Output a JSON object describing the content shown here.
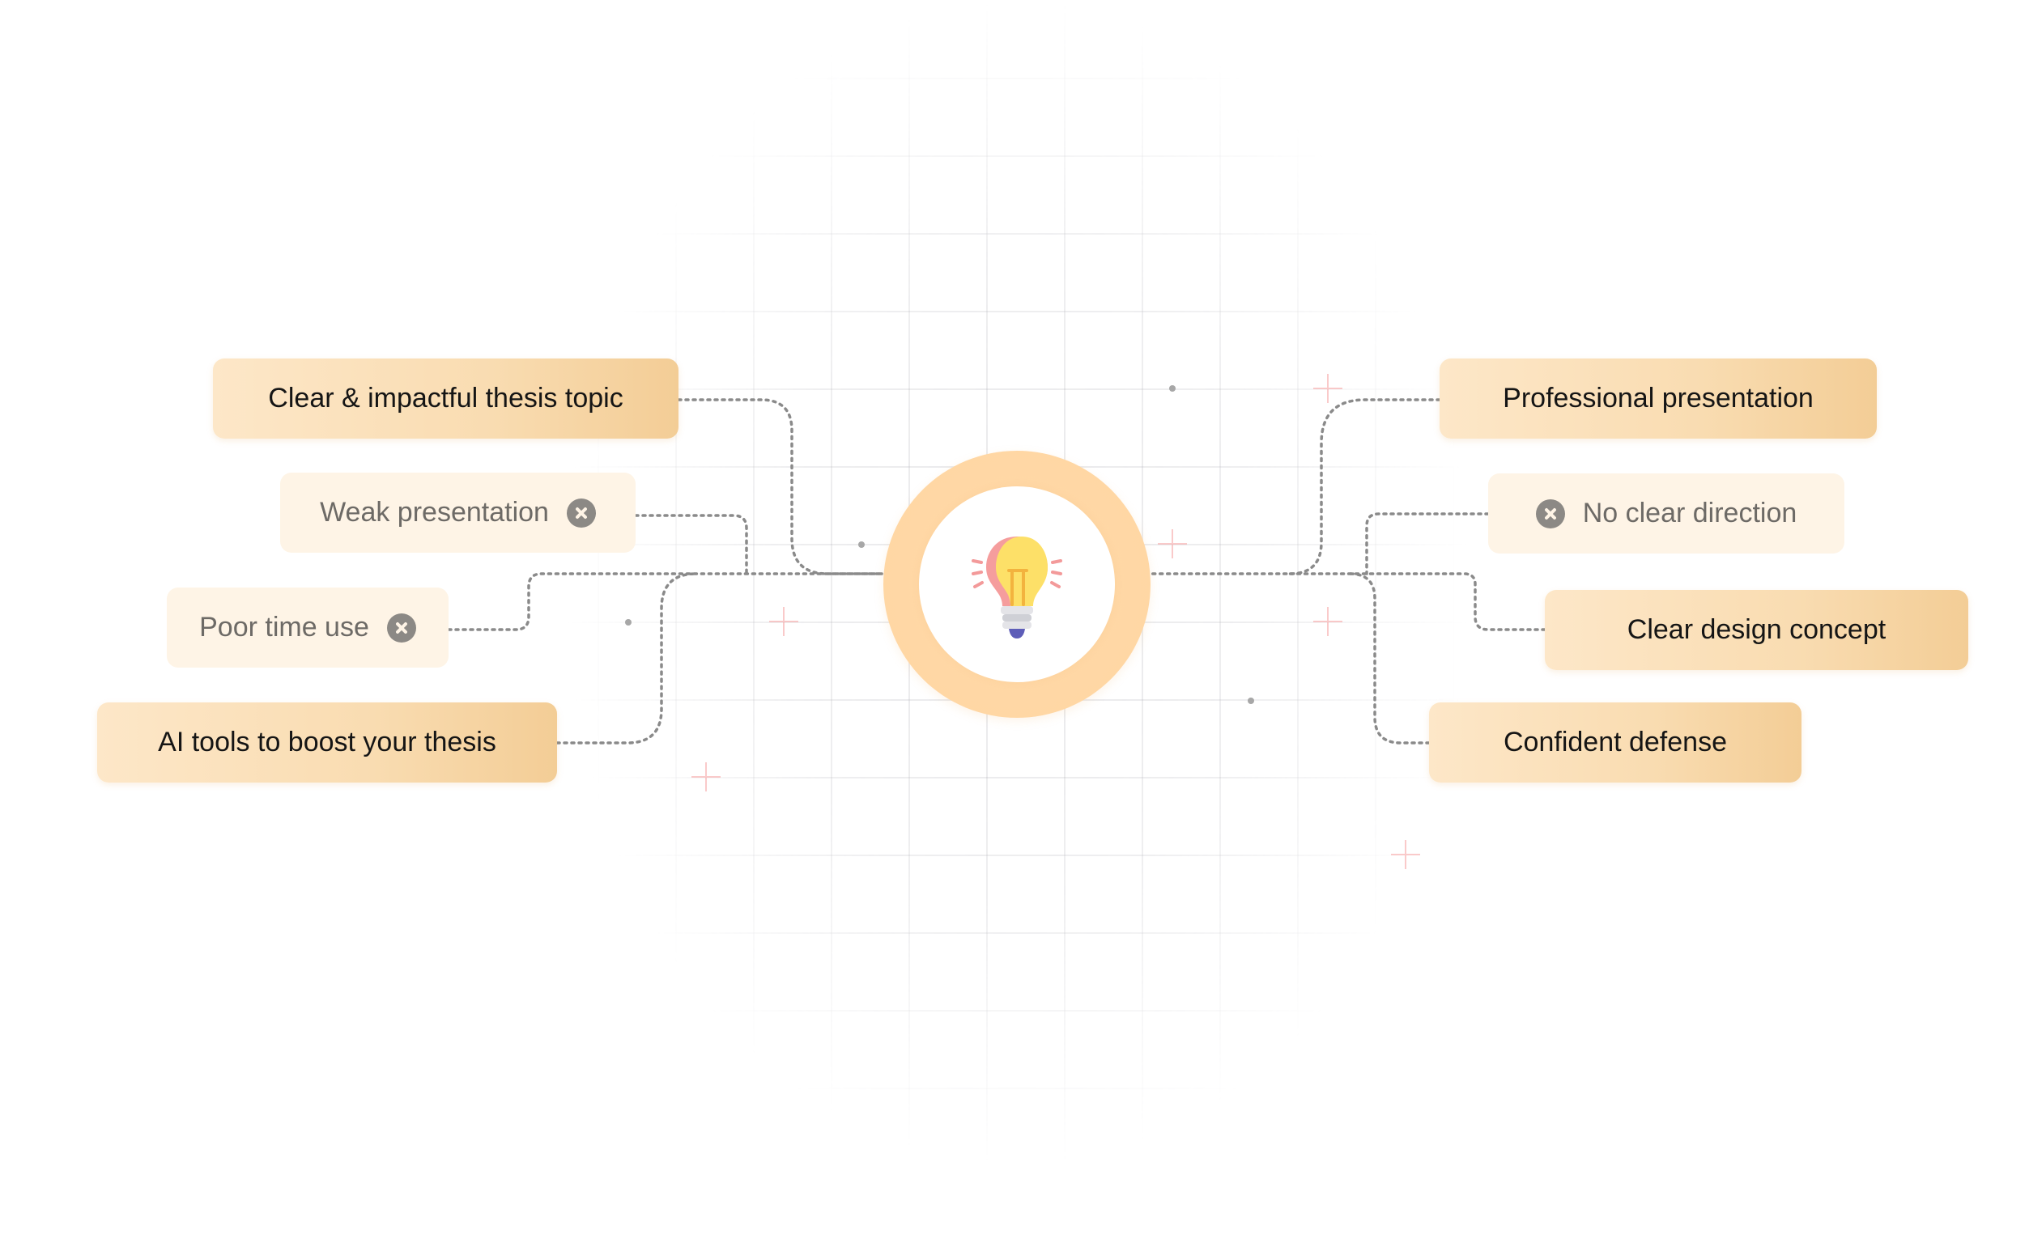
{
  "center": {
    "icon": "lightbulb-icon"
  },
  "nodes": [
    {
      "id": "thesis-topic",
      "label": "Clear & impactful thesis topic",
      "kind": "positive",
      "side": "left"
    },
    {
      "id": "weak-presentation",
      "label": "Weak presentation",
      "kind": "negative",
      "side": "left",
      "icon": "close-circle-icon"
    },
    {
      "id": "poor-time-use",
      "label": "Poor time use",
      "kind": "negative",
      "side": "left",
      "icon": "close-circle-icon"
    },
    {
      "id": "ai-tools",
      "label": "AI tools to boost your thesis",
      "kind": "positive",
      "side": "left"
    },
    {
      "id": "professional-presentation",
      "label": "Professional presentation",
      "kind": "positive",
      "side": "right"
    },
    {
      "id": "no-clear-direction",
      "label": "No clear direction",
      "kind": "negative",
      "side": "right",
      "icon": "close-circle-icon"
    },
    {
      "id": "clear-design-concept",
      "label": "Clear design concept",
      "kind": "positive",
      "side": "right"
    },
    {
      "id": "confident-defense",
      "label": "Confident defense",
      "kind": "positive",
      "side": "right"
    }
  ],
  "colors": {
    "positive_start": "#fde7c8",
    "positive_end": "#f3cd96",
    "negative_fill": "#fef4e6",
    "negative_text": "#6d6a66",
    "ring": "#ffd6a3",
    "connector": "#8a8a8a"
  }
}
